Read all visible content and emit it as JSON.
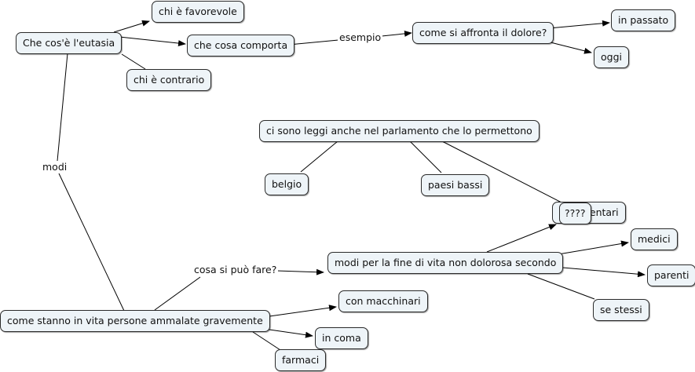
{
  "map": {
    "nodes": {
      "eutanasia": "Che cos'è l'eutasia",
      "favorevole": "chi è favorevole",
      "contrario": "chi è contrario",
      "comporta": "che cosa comporta",
      "dolore": "come si affronta il dolore?",
      "passato": "in passato",
      "oggi": "oggi",
      "leggi": "ci sono leggi anche nel parlamento che lo permettono",
      "belgio": "belgio",
      "paesi_bassi": "paesi bassi",
      "commentari": "commentari",
      "overlap": "????",
      "modi_fine": "modi per la fine di vita non dolorosa secondo",
      "medici": "medici",
      "parenti": "parenti",
      "se_stessi": "se stessi",
      "ammalate": "come stanno in vita persone ammalate gravemente",
      "macchinari": "con macchinari",
      "coma": "in coma",
      "farmaci": "farmaci"
    },
    "link_labels": {
      "esempio": "esempio",
      "modi": "modi",
      "cosa_si_puo": "cosa si può fare?"
    },
    "colors": {
      "node_fill": "#eef4f8",
      "node_border": "#2a2a2a",
      "line": "#000000"
    }
  }
}
